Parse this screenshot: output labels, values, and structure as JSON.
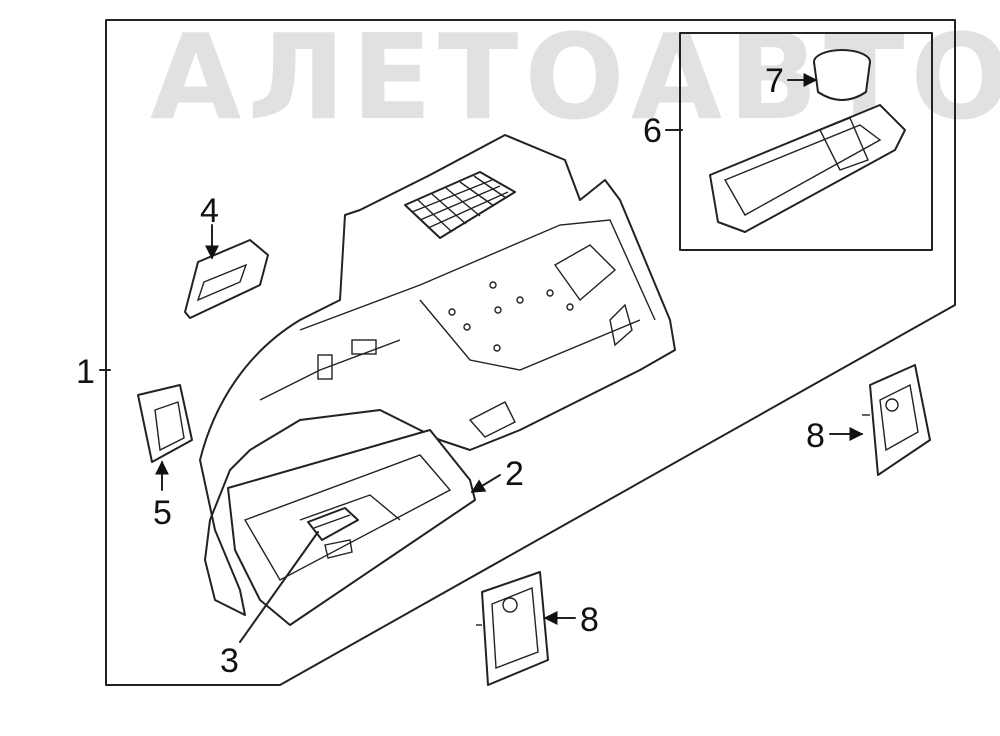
{
  "watermark": {
    "text": "АЛЕТОАВТО"
  },
  "callouts": [
    {
      "id": "1",
      "label": "1"
    },
    {
      "id": "2",
      "label": "2"
    },
    {
      "id": "3",
      "label": "3"
    },
    {
      "id": "4",
      "label": "4"
    },
    {
      "id": "5",
      "label": "5"
    },
    {
      "id": "6",
      "label": "6"
    },
    {
      "id": "7",
      "label": "7"
    },
    {
      "id": "8a",
      "label": "8"
    },
    {
      "id": "8b",
      "label": "8"
    }
  ]
}
